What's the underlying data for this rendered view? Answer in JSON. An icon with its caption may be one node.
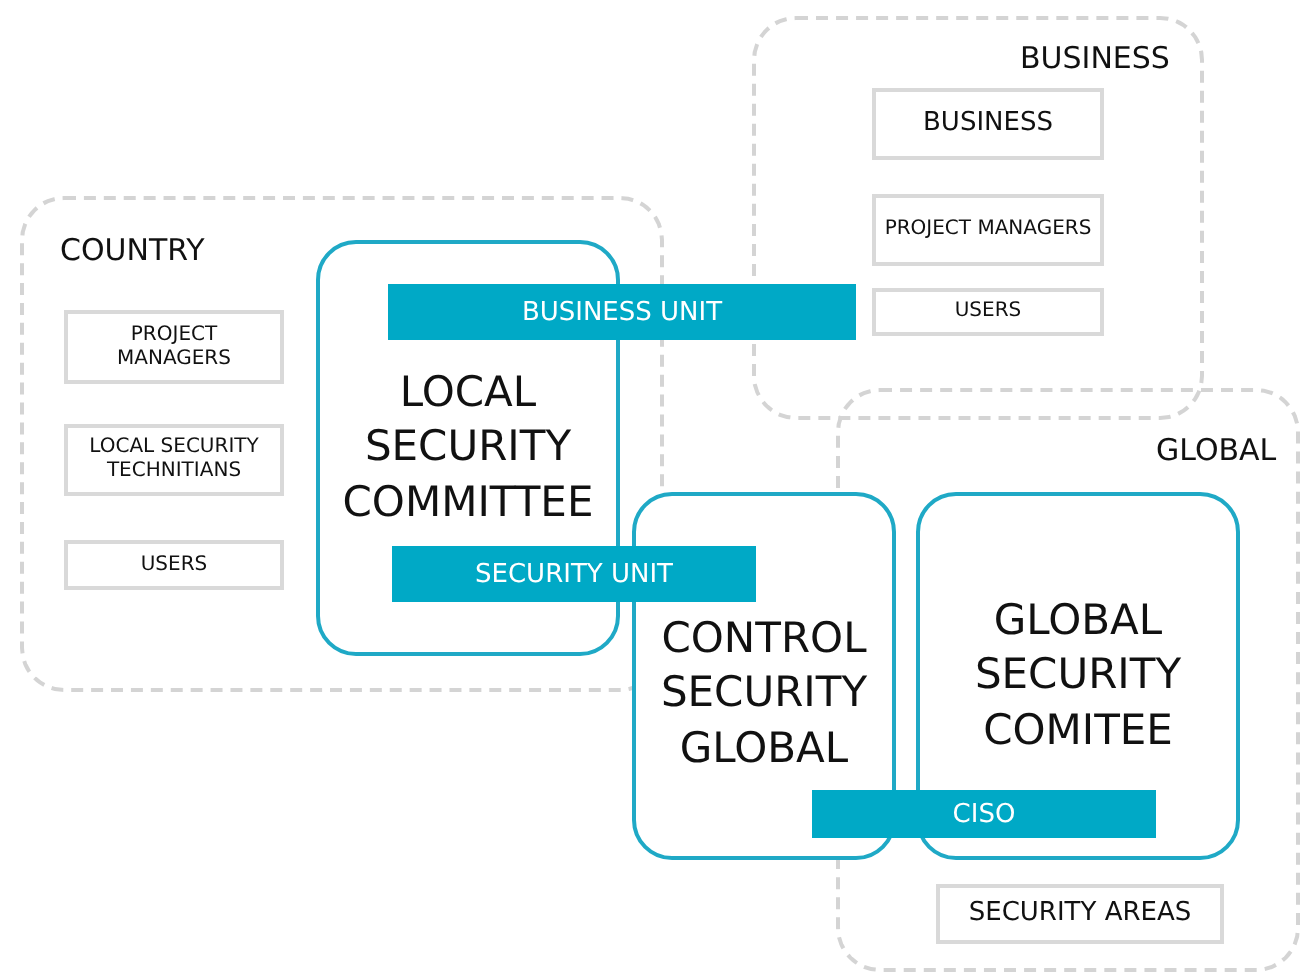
{
  "diagram": {
    "nodes": [
      {
        "text": [
          "BUSINESS"
        ]
      },
      {
        "text": [
          "BUSINESS"
        ],
        "in": 0
      },
      {
        "text": [
          "PROJECT MANAGERS"
        ],
        "in": 0
      },
      {
        "text": [
          "USERS"
        ],
        "in": 0
      },
      {
        "text": [
          "COUNTRY"
        ]
      },
      {
        "text": [
          "PROJECT MANAGERS"
        ],
        "in": 4
      },
      {
        "text": [
          "LOCAL SECURITY TECHNITIANS"
        ],
        "in": 4
      },
      {
        "text": [
          "USERS"
        ],
        "in": 4
      },
      {
        "text": [
          "LOCAL SECURITY COMMITTEE"
        ],
        "in": 4
      },
      {
        "text": [
          "BUSINESS UNIT"
        ]
      },
      {
        "text": [
          "SECURITY UNIT"
        ]
      },
      {
        "text": [
          "GLOBAL"
        ]
      },
      {
        "text": [
          "CONTROL SECURITY GLOBAL"
        ]
      },
      {
        "text": [
          "GLOBAL SECURITY COMITEE"
        ],
        "in": 11
      },
      {
        "text": [
          "CISO"
        ]
      },
      {
        "text": [
          "SECURITY AREAS"
        ],
        "in": 11
      }
    ]
  }
}
